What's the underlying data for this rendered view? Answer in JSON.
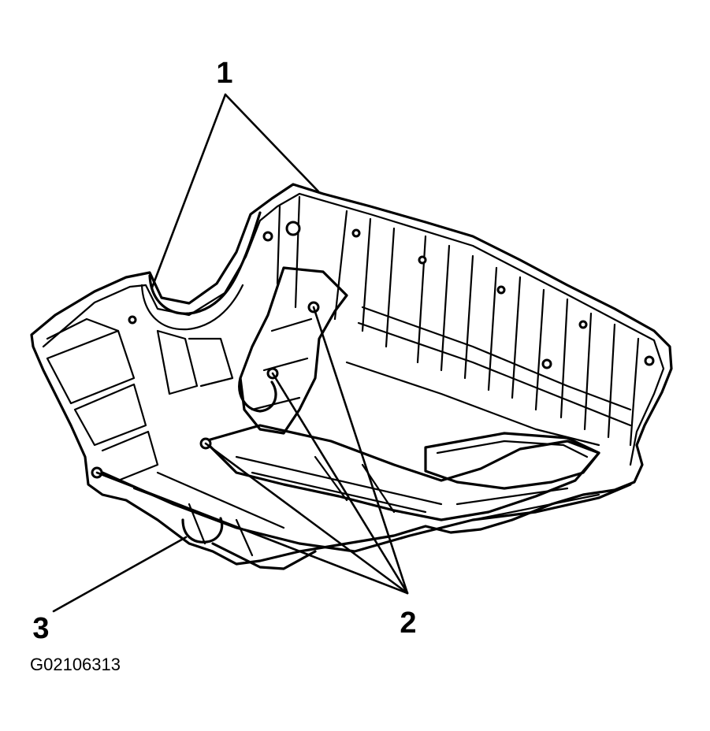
{
  "callouts": {
    "c1": "1",
    "c2": "2",
    "c3": "3"
  },
  "figure_id": "G02106313",
  "colors": {
    "ink": "#000000",
    "paper": "#ffffff"
  }
}
